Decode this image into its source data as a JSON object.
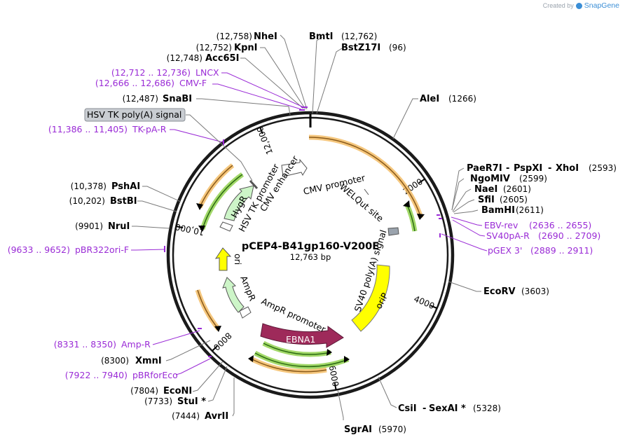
{
  "brand": {
    "created_by": "Created by",
    "name": "SnapGene"
  },
  "plasmid": {
    "name": "pCEP4-B41gp160-V200E",
    "length_label": "12,763 bp",
    "length": 12763
  },
  "colors": {
    "backbone": "#1a1a1a",
    "primer": "#9a2bd6",
    "gene_fill": "#cdf5c8",
    "origin_fill": "#ffff00",
    "ebna_fill": "#9e2a5a",
    "orange_feature": "#f2b95e",
    "green_feature": "#92d14f"
  },
  "ticks": [
    "2000",
    "4000",
    "6000",
    "8000",
    "10,000",
    "12,000"
  ],
  "enzymes": [
    {
      "name": "NheI",
      "pos": "(12,758)"
    },
    {
      "name": "KpnI",
      "pos": "(12,752)"
    },
    {
      "name": "Acc65I",
      "pos": "(12,748)"
    },
    {
      "name": "SnaBI",
      "pos": "(12,487)"
    },
    {
      "name": "BmtI",
      "pos": "(12,762)"
    },
    {
      "name": "BstZ17I",
      "pos": "(96)"
    },
    {
      "name": "AleI",
      "pos": "(1266)"
    },
    {
      "name": "PaeR7I",
      "pos": ""
    },
    {
      "name": "PspXI",
      "pos": ""
    },
    {
      "name": "XhoI",
      "pos": "(2593)"
    },
    {
      "name": "NgoMIV",
      "pos": "(2599)"
    },
    {
      "name": "NaeI",
      "pos": "(2601)"
    },
    {
      "name": "SfiI",
      "pos": "(2605)"
    },
    {
      "name": "BamHI",
      "pos": "(2611)"
    },
    {
      "name": "EcoRV",
      "pos": "(3603)"
    },
    {
      "name": "CsiI",
      "pos": ""
    },
    {
      "name": "SexAI *",
      "pos": "(5328)"
    },
    {
      "name": "SgrAI",
      "pos": "(5970)"
    },
    {
      "name": "PshAI",
      "pos": "(10,378)"
    },
    {
      "name": "BstBI",
      "pos": "(10,202)"
    },
    {
      "name": "NruI",
      "pos": "(9901)"
    },
    {
      "name": "XmnI",
      "pos": "(8300)"
    },
    {
      "name": "EcoNI",
      "pos": "(7804)"
    },
    {
      "name": "StuI *",
      "pos": "(7733)"
    },
    {
      "name": "AvrII",
      "pos": "(7444)"
    }
  ],
  "primers": [
    {
      "name": "LNCX",
      "range": "(12,712 .. 12,736)"
    },
    {
      "name": "CMV-F",
      "range": "(12,666 .. 12,686)"
    },
    {
      "name": "TK-pA-R",
      "range": "(11,386 .. 11,405)"
    },
    {
      "name": "EBV-rev",
      "range": "(2636 .. 2655)"
    },
    {
      "name": "SV40pA-R",
      "range": "(2690 .. 2709)"
    },
    {
      "name": "pGEX 3'",
      "range": "(2889 .. 2911)"
    },
    {
      "name": "pBR322ori-F",
      "range": "(9633 .. 9652)"
    },
    {
      "name": "Amp-R",
      "range": "(8331 .. 8350)"
    },
    {
      "name": "pBRforEco",
      "range": "(7922 .. 7940)"
    }
  ],
  "features": {
    "hsv_tk": "HSV TK poly(A) signal",
    "cmv_enhancer": "CMV enhancer",
    "cmv_promoter": "CMV promoter",
    "welqut": "WELQut site",
    "sv40": "SV40 poly(A) signal",
    "orip": "oriP",
    "ebna1": "EBNA1",
    "ampr_promoter": "AmpR promoter",
    "ampr": "AmpR",
    "ori": "ori",
    "hsv_tk_promoter": "HSV TK promoter",
    "hygr": "HygR"
  }
}
